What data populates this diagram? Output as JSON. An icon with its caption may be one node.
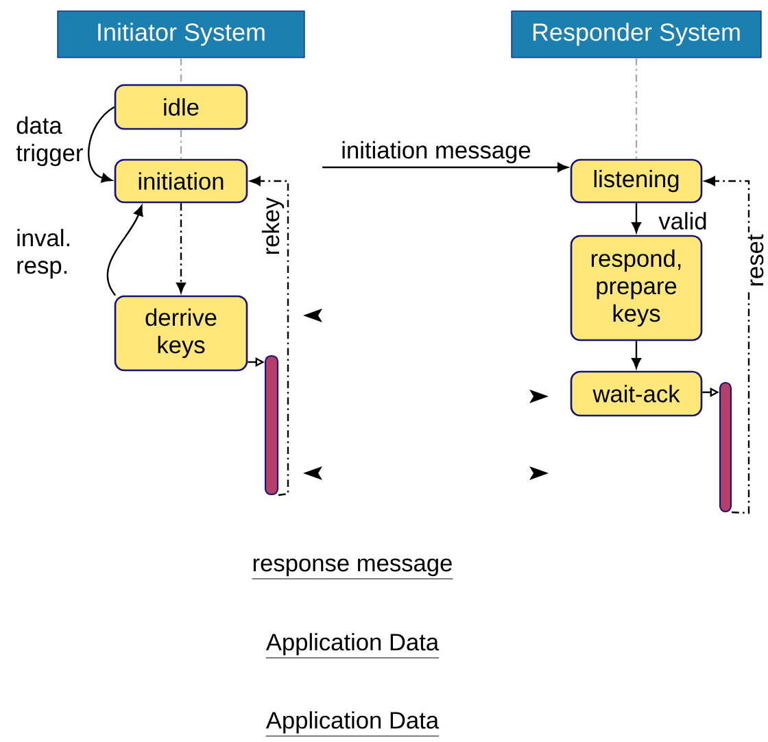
{
  "diagram": {
    "nodes": [
      {
        "text": [
          "Initiator System"
        ]
      },
      {
        "text": [
          "Responder System"
        ]
      },
      {
        "text": [
          "idle"
        ]
      },
      {
        "text": [
          "initiation"
        ]
      },
      {
        "text": [
          "derrive keys"
        ]
      },
      {
        "text": [
          "listening"
        ]
      },
      {
        "text": [
          "respond, prepare keys"
        ]
      },
      {
        "text": [
          "wait-ack"
        ]
      },
      {
        "text": [],
        "shape": "bar"
      },
      {
        "text": [],
        "shape": "bar"
      }
    ],
    "edges": [
      {
        "from": 0,
        "to": 2,
        "arrow": "none",
        "style": "dashed",
        "color": "#aaaaaa"
      },
      {
        "from": 2,
        "to": 3,
        "arrow": "none",
        "style": "dashed",
        "color": "#aaaaaa"
      },
      {
        "from": 2,
        "to": 3,
        "arrow": "to",
        "label": "data trigger"
      },
      {
        "from": 3,
        "to": 4,
        "arrow": "to",
        "style": "dashed"
      },
      {
        "from": 4,
        "to": 3,
        "arrow": "to",
        "label": "inval. resp."
      },
      {
        "from": 4,
        "to": 8,
        "arrow": "to"
      },
      {
        "from": 8,
        "to": 3,
        "arrow": "to",
        "style": "dashed",
        "label": "rekey"
      },
      {
        "from": null,
        "to": 5,
        "arrow": "to",
        "label": "initiation message"
      },
      {
        "from": 1,
        "to": 5,
        "arrow": "none",
        "style": "dashed",
        "color": "#aaaaaa"
      },
      {
        "from": 5,
        "to": 6,
        "arrow": "to",
        "label": "valid"
      },
      {
        "from": 6,
        "to": 7,
        "arrow": "to"
      },
      {
        "from": 7,
        "to": 9,
        "arrow": "to"
      },
      {
        "from": 9,
        "to": 5,
        "arrow": "to",
        "style": "dashed",
        "label": "reset"
      }
    ],
    "labels": [
      "response message",
      "Application Data",
      "Application Data"
    ]
  }
}
